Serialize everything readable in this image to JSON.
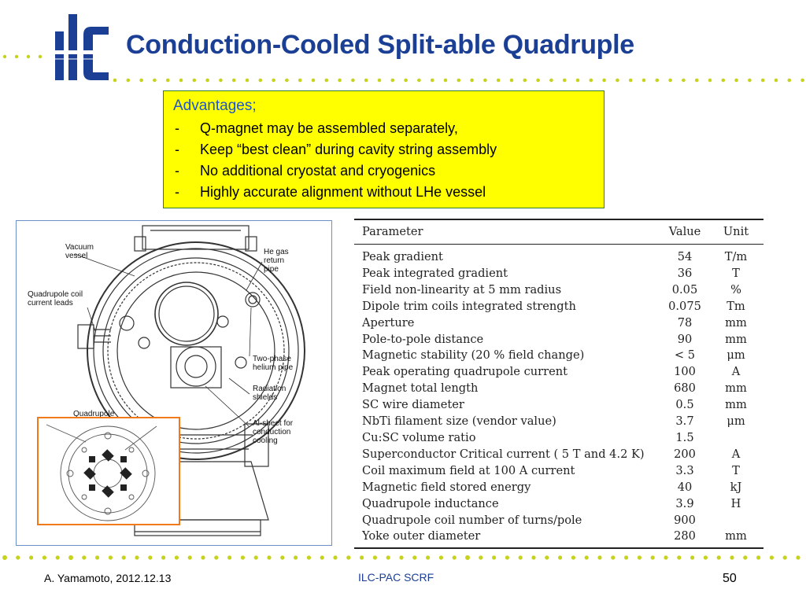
{
  "header": {
    "logo_text": "ilc",
    "title": "Conduction-Cooled Split-able Quadruple"
  },
  "advantages": {
    "heading": "Advantages;",
    "items": [
      {
        "bullet": "-",
        "text": "Q-magnet may be assembled separately,"
      },
      {
        "bullet": "-",
        "text": "Keep “best clean” during cavity string assembly"
      },
      {
        "bullet": "-",
        "text": "No additional cryostat and cryogenics"
      },
      {
        "bullet": "-",
        "text": "Highly accurate alignment without LHe vessel"
      }
    ]
  },
  "diagram": {
    "callouts": {
      "vacuum_vessel": "Vacuum vessel",
      "he_gas_return": "He gas return pipe",
      "coil_leads": "Quadrupole coil current leads",
      "two_phase": "Two-phase helium pipe",
      "radiation_shields": "Radiation shields",
      "al_sheet": "Al-sheet for conduction cooling",
      "quadrupole": "Quadrupole"
    }
  },
  "table": {
    "headers": {
      "parameter": "Parameter",
      "value": "Value",
      "unit": "Unit"
    },
    "rows": [
      {
        "parameter": "Peak gradient",
        "value": "54",
        "unit": "T/m"
      },
      {
        "parameter": "Peak integrated gradient",
        "value": "36",
        "unit": "T"
      },
      {
        "parameter": "Field non-linearity at 5 mm radius",
        "value": "0.05",
        "unit": "%"
      },
      {
        "parameter": "Dipole trim coils integrated strength",
        "value": "0.075",
        "unit": "Tm"
      },
      {
        "parameter": "Aperture",
        "value": "78",
        "unit": "mm"
      },
      {
        "parameter": "Pole-to-pole distance",
        "value": "90",
        "unit": "mm"
      },
      {
        "parameter": "Magnetic stability (20 % field change)",
        "value": "< 5",
        "unit": "μm"
      },
      {
        "parameter": "Peak operating quadrupole current",
        "value": "100",
        "unit": "A"
      },
      {
        "parameter": "Magnet total length",
        "value": "680",
        "unit": "mm"
      },
      {
        "parameter": "SC wire diameter",
        "value": "0.5",
        "unit": "mm"
      },
      {
        "parameter": "NbTi filament size (vendor value)",
        "value": "3.7",
        "unit": "μm"
      },
      {
        "parameter": "Cu:SC volume ratio",
        "value": "1.5",
        "unit": ""
      },
      {
        "parameter": "Superconductor Critical current ( 5 T and 4.2 K)",
        "value": "200",
        "unit": "A"
      },
      {
        "parameter": "Coil maximum field at 100 A current",
        "value": "3.3",
        "unit": "T"
      },
      {
        "parameter": "Magnetic field stored energy",
        "value": "40",
        "unit": "kJ"
      },
      {
        "parameter": "Quadrupole inductance",
        "value": "3.9",
        "unit": "H"
      },
      {
        "parameter": "Quadrupole coil number of turns/pole",
        "value": "900",
        "unit": ""
      },
      {
        "parameter": "Yoke outer diameter",
        "value": "280",
        "unit": "mm"
      }
    ]
  },
  "footer": {
    "author_date": "A. Yamamoto, 2012.12.13",
    "center": "ILC-PAC SCRF",
    "page_number": "50"
  },
  "colors": {
    "title": "#1b3f94",
    "dots": "#c6d21c",
    "advantages_bg": "#ffff00",
    "advantages_heading": "#1f55c8",
    "inset_border": "#f07a1a"
  }
}
